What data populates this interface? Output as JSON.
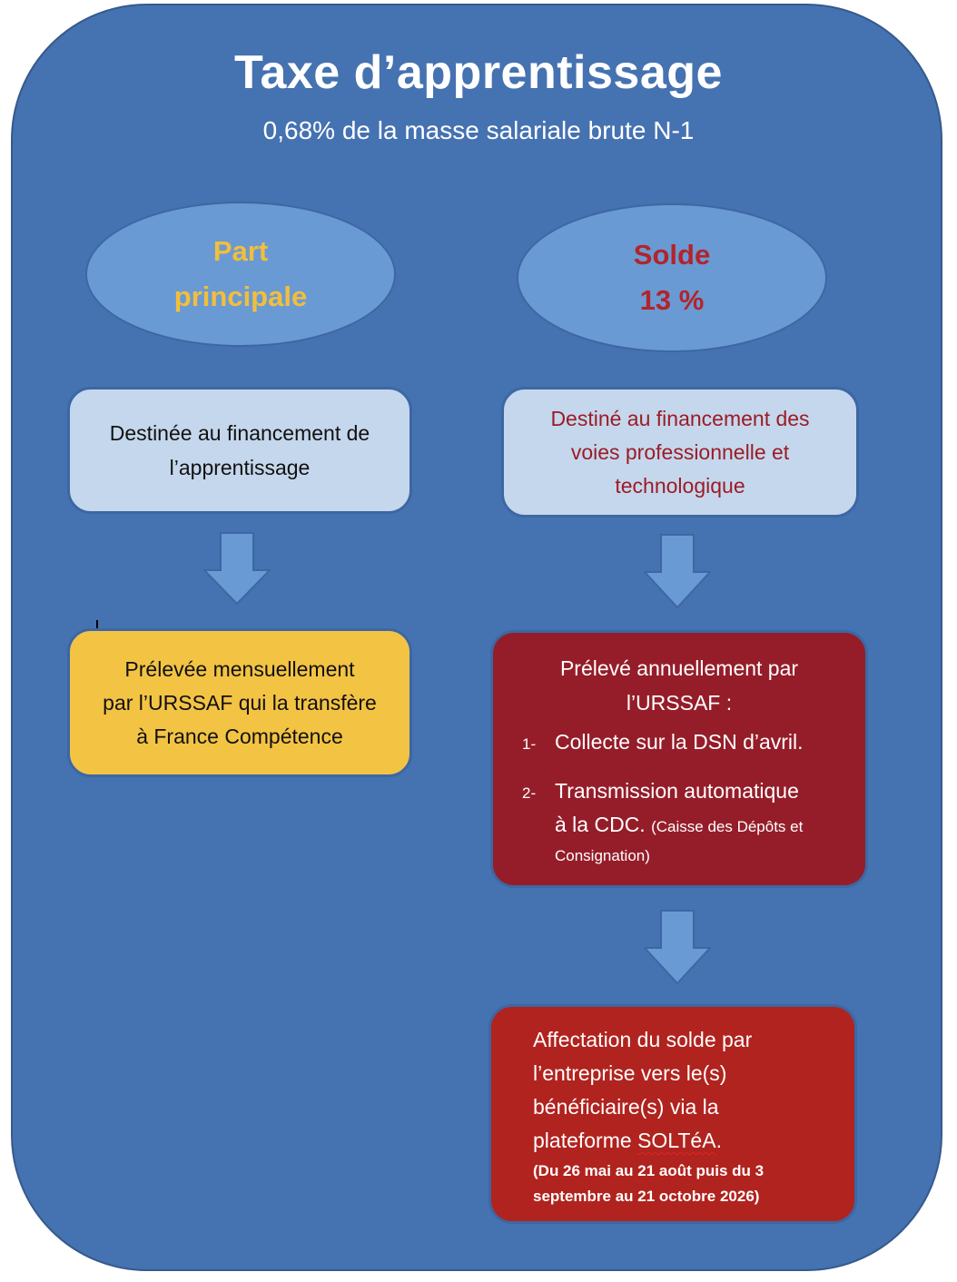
{
  "diagram": {
    "title": "Taxe d’apprentissage",
    "subtitle": "0,68% de la masse salariale brute N-1",
    "left": {
      "heading_line1": "Part",
      "heading_line2": "principale",
      "desc_line1": "Destinée au financement de",
      "desc_line2": "l’apprentissage",
      "collect_line1": "Prélevée mensuellement",
      "collect_line2": "par l’URSSAF qui la transfère",
      "collect_line3": "à France Compétence"
    },
    "right": {
      "heading_line1": "Solde",
      "heading_line2": "13 %",
      "desc_line1": "Destiné au financement des",
      "desc_line2": "voies professionnelle et",
      "desc_line3": "technologique",
      "collect_head_line1": "Prélevé annuellement par",
      "collect_head_line2": "l’URSSAF :",
      "steps": [
        {
          "num": "1-",
          "line1": "Collecte sur la DSN d’avril."
        },
        {
          "num": "2-",
          "line1": "Transmission automatique",
          "line2_main": "à la CDC.",
          "line2_small": "(Caisse des Dépôts et",
          "line3_small": "Consignation)"
        }
      ],
      "final_line1": "Affectation du solde par",
      "final_line2": "l’entreprise vers le(s)",
      "final_line3": "bénéficiaire(s) via la",
      "final_line4_prefix": "plateforme ",
      "final_line4_brand": "SOLTéA",
      "final_line4_suffix": ".",
      "final_note_line1": "(Du 26 mai au 21 août puis du 3",
      "final_note_line2": "septembre au 21 octobre 2026)"
    }
  },
  "colors": {
    "panel": "#4572b1",
    "ellipse": "#6a9ad3",
    "light_box": "#c5d7ec",
    "yellow_box": "#f3c344",
    "dark_red_box": "#951d29",
    "red_box": "#b1231e",
    "gold_text": "#f2be3c",
    "red_text": "#b2242b",
    "arrow": "#6a9ad3"
  }
}
